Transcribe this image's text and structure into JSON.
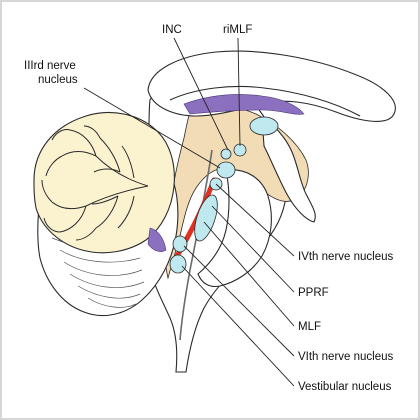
{
  "labels": {
    "inc": "INC",
    "rimlf": "riMLF",
    "iiird_line1": "IIIrd nerve",
    "iiird_line2": "nucleus",
    "ivth": "IVth nerve nucleus",
    "pprf": "PPRF",
    "mlf": "MLF",
    "vith": "VIth nerve nucleus",
    "vestibular": "Vestibular nucleus"
  },
  "colors": {
    "cerebellum": "#fbf2cf",
    "brainstem_tint": "#f2dcb6",
    "nucleus_blue": "#bfe8ef",
    "pprf_red": "#e03020",
    "thalamic_purple": "#8c70c0"
  }
}
